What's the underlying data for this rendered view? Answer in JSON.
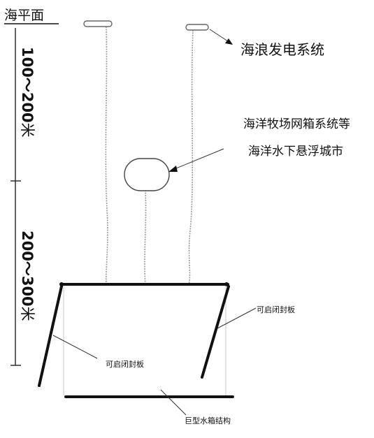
{
  "labels": {
    "sea_level": "海平面",
    "depth_upper_value": "100～200",
    "depth_upper_unit": "米",
    "depth_lower_value": "200～300",
    "depth_lower_unit": "米",
    "wave_power": "海浪发电系统",
    "ranch_line1": "海洋牧场网箱系统等",
    "ranch_line2": "海洋水下悬浮城市",
    "panel_right": "可启闭封板",
    "panel_left": "可启闭封板",
    "tank": "巨型水箱结构"
  }
}
